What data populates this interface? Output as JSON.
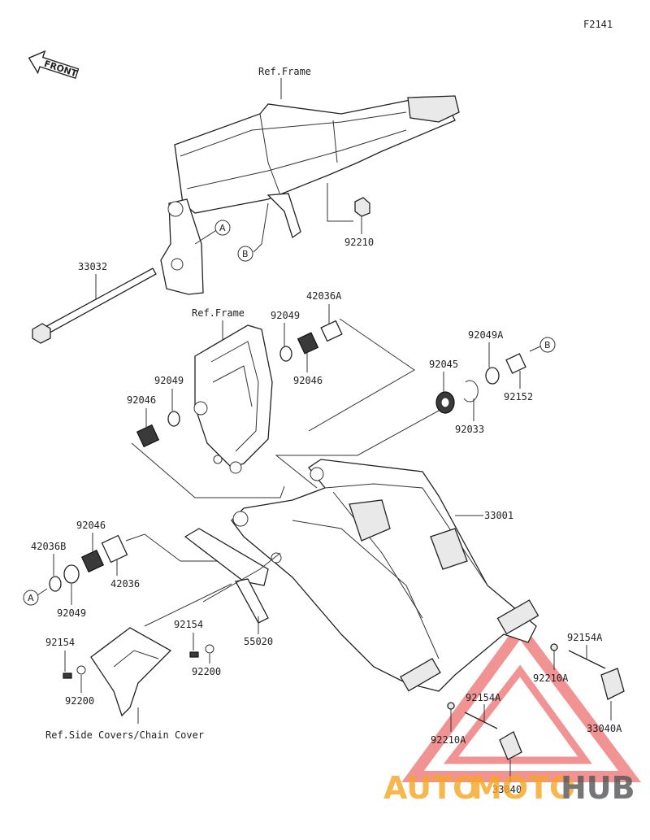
{
  "figure_code": "F2141",
  "front_label": "FRONT",
  "ref_labels": {
    "frame_top": "Ref.Frame",
    "frame_mid": "Ref.Frame",
    "covers": "Ref.Side Covers/Chain Cover"
  },
  "callouts": {
    "a": "A",
    "b": "B"
  },
  "parts": {
    "p92210": "92210",
    "p33032": "33032",
    "p42036A": "42036A",
    "p92049_top": "92049",
    "p92046_top": "92046",
    "p92049_left": "92049",
    "p92046_left": "92046",
    "p92049A": "92049A",
    "p92045": "92045",
    "p92152": "92152",
    "p92033": "92033",
    "p33001": "33001",
    "p92046_low": "92046",
    "p42036B": "42036B",
    "p42036": "42036",
    "p92049_low": "92049",
    "p92154_mid": "92154",
    "p55020": "55020",
    "p92154_left": "92154",
    "p92200_left": "92200",
    "p92200_mid": "92200",
    "p92154A_right": "92154A",
    "p92210A_right": "92210A",
    "p92154A_low": "92154A",
    "p92210A_low": "92210A",
    "p33040A": "33040A",
    "p33040": "33040"
  },
  "watermark": {
    "part1": "AUTO",
    "part2": "MOTO",
    "part3": "HUB",
    "color_main": "#f5a623",
    "color_hub": "#555555",
    "logo_color": "#e63c3c"
  }
}
